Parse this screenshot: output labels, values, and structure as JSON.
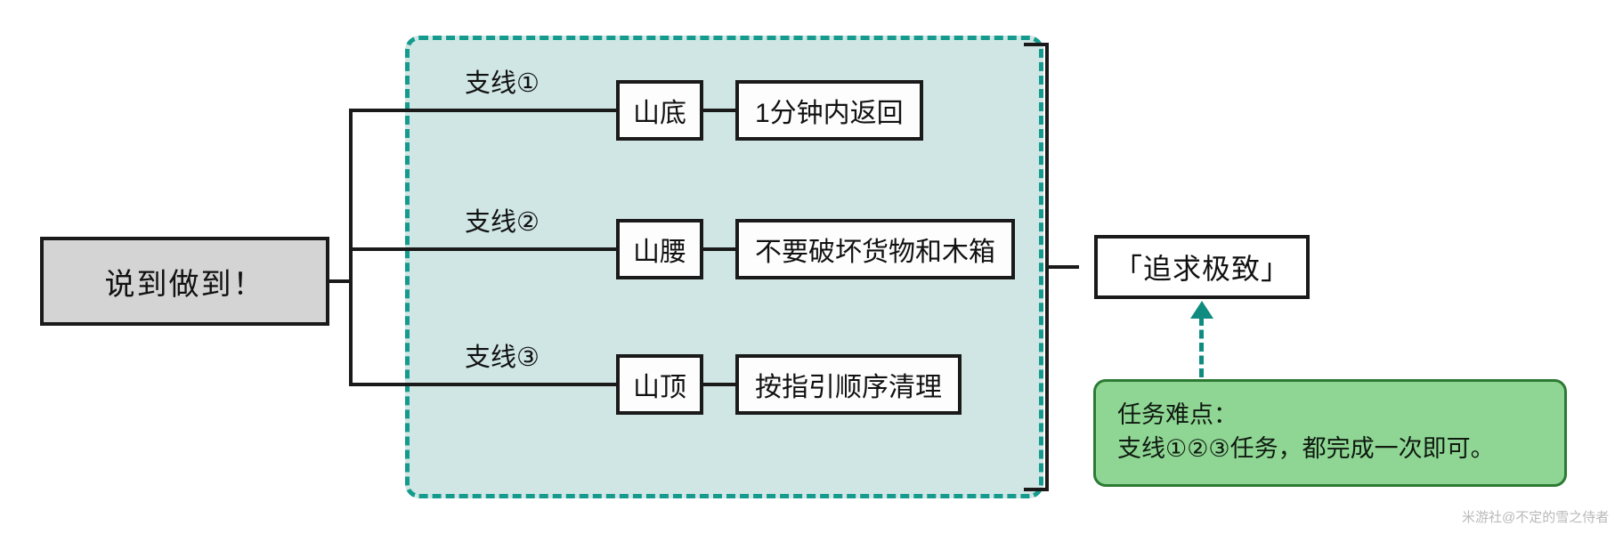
{
  "diagram": {
    "root": {
      "label": "说到做到！"
    },
    "region": {
      "name": "branch-group-dashed-region"
    },
    "branches": [
      {
        "label": "支线①",
        "stage": "山底",
        "task": "1分钟内返回"
      },
      {
        "label": "支线②",
        "stage": "山腰",
        "task": "不要破坏货物和木箱"
      },
      {
        "label": "支线③",
        "stage": "山顶",
        "task": "按指引顺序清理"
      }
    ],
    "goal": {
      "label": "「追求极致」"
    },
    "note": {
      "title": "任务难点：",
      "body": "支线①②③任务，都完成一次即可。"
    },
    "watermark": "米游社@不定的雪之侍者",
    "colors": {
      "region_fill": "#cfe6e4",
      "region_border": "#149b8e",
      "root_fill": "#d4d4d4",
      "note_fill": "#8fd694",
      "note_border": "#2c7a33",
      "arrow": "#0f8b80",
      "line": "#1a1a1a"
    }
  }
}
